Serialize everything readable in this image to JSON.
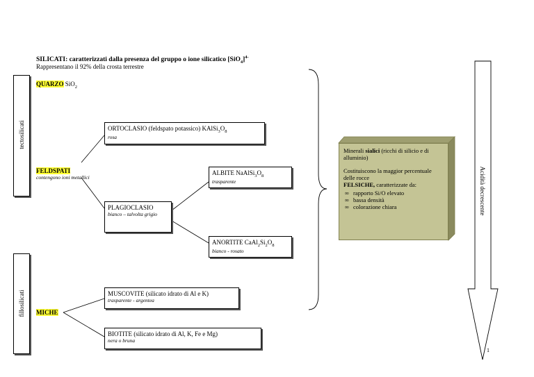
{
  "header": {
    "title": "SILICATI: caratterizzati dalla presenza del gruppo o ione silicatico [SiO",
    "title_sub": "4",
    "title_close": "]",
    "title_sup": "4-",
    "subtitle": "Rappresentano il 92% della crosta terrestre"
  },
  "groups": {
    "tecto": "tectosilicati",
    "fillo": "fillosilicati"
  },
  "quarzo": {
    "name": "QUARZO",
    "formula_a": "SiO",
    "formula_sub": "2"
  },
  "feldspati": {
    "name": "FELDSPATI",
    "note": "contengono ioni metallici"
  },
  "miche": {
    "name": "MICHE"
  },
  "boxes": {
    "ortoclasio": {
      "label": "ORTOCLASIO (feldspato potassico) KAlSi",
      "sub1": "3",
      "o": "O",
      "sub2": "8",
      "note": "rosa"
    },
    "albite": {
      "label": "ALBITE NaAlSi",
      "sub1": "3",
      "o": "O",
      "sub2": "8",
      "note": "trasparente"
    },
    "plagioclasio": {
      "label": "PLAGIOCLASIO",
      "note": "bianco – talvolta grigio"
    },
    "anortite": {
      "label": "ANORTITE CaAl",
      "sub1": "2",
      "si": "Si",
      "sub2": "2",
      "o": "O",
      "sub3": "8",
      "note": "bianco - rosato"
    },
    "muscovite": {
      "label": "MUSCOVITE (silicato idrato di Al e K)",
      "note": "trasparente - argentea"
    },
    "biotite": {
      "label": "BIOTITE (silicato idrato di Al, K, Fe e Mg)",
      "note": "nera o bruna"
    }
  },
  "felsic": {
    "line1_a": "Minerali ",
    "line1_b": "sialici",
    "line1_c": " (ricchi di silicio e di alluminio)",
    "line2": "Costituiscono la maggior percentuale delle rocce",
    "line3_a": "FELSICHE,",
    "line3_b": " caratterizzate da:",
    "items": [
      "rapporto Si/O elevato",
      "bassa densità",
      "colorazione chiara"
    ]
  },
  "arrow": {
    "label": "Acidità decrescente"
  },
  "page": {
    "number": "1"
  },
  "colors": {
    "highlight": "#ffff33",
    "felsic_box": "#c4c495"
  }
}
